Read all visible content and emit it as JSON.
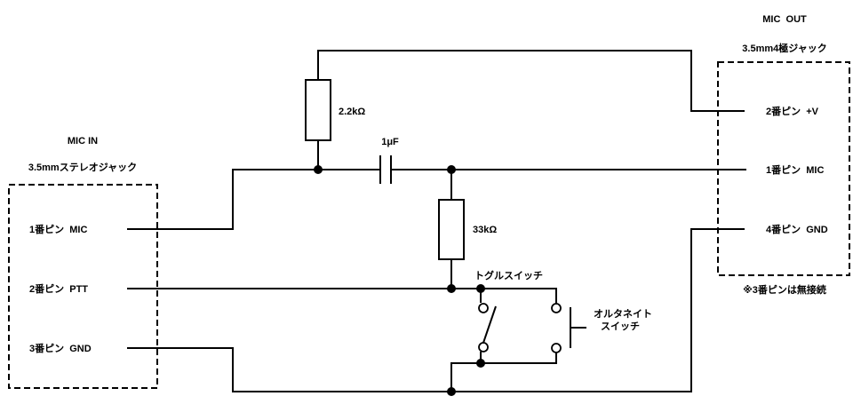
{
  "mic_in": {
    "title": "MIC IN",
    "jack": "3.5mmステレオジャック",
    "pins": [
      "1番ピン  MIC",
      "2番ピン  PTT",
      "3番ピン  GND"
    ]
  },
  "mic_out": {
    "title": "MIC  OUT",
    "jack": "3.5mm4極ジャック",
    "pins": [
      "2番ピン  +V",
      "1番ピン  MIC",
      "4番ピン  GND"
    ],
    "note": "※3番ピンは無接続"
  },
  "components": {
    "resistor_pullup": "2.2kΩ",
    "capacitor": "1μF",
    "resistor_shunt": "33kΩ",
    "toggle_switch": "トグルスイッチ",
    "alt_switch_line1": "オルタネイト",
    "alt_switch_line2": "スイッチ"
  }
}
